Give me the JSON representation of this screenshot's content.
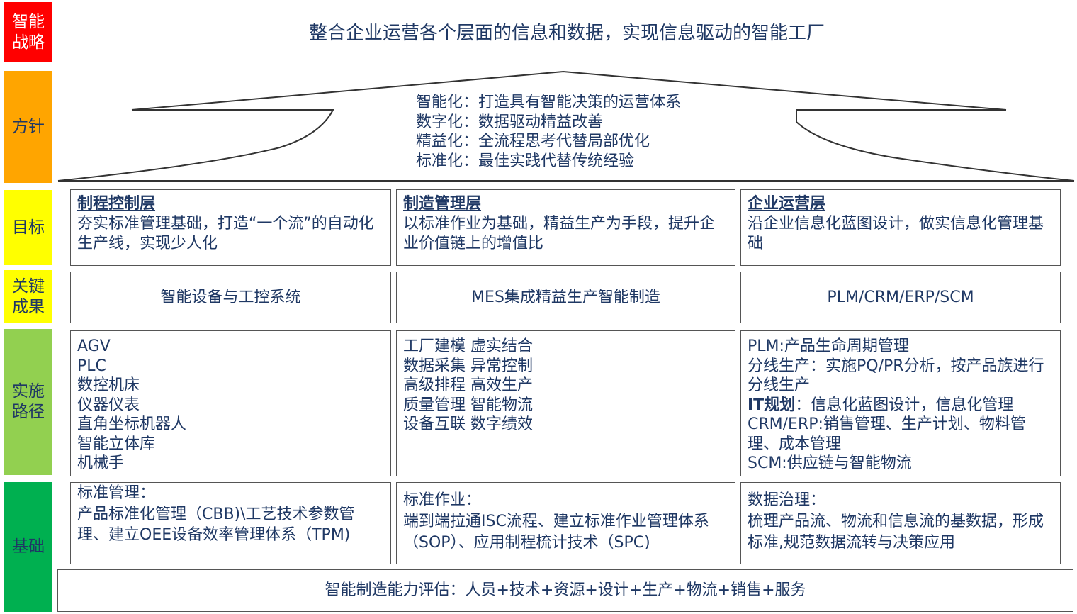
{
  "labels": {
    "strategy": "智能\n战略",
    "policy": "方针",
    "goal": "目标",
    "key_result": "关键\n成果",
    "path": "实施\n路径",
    "foundation": "基础"
  },
  "colors": {
    "strategy": "#ff0000",
    "policy": "#ffa500",
    "goal": "#ffff00",
    "key_result": "#ffff00",
    "path": "#92d050",
    "foundation": "#00b050",
    "text": "#1f3864"
  },
  "strategy_text": "整合企业运营各个层面的信息和数据，实现信息驱动的智能工厂",
  "principles": [
    "智能化：打造具有智能决策的运营体系",
    "数字化：数据驱动精益改善",
    "精益化：全流程思考代替局部优化",
    "标准化：最佳实践代替传统经验"
  ],
  "columns": [
    {
      "goal_title": "制程控制层",
      "goal_text": "夯实标准管理基础，打造“一个流”的自动化生产线，实现少人化",
      "key_result": "智能设备与工控系统",
      "path_items": [
        "AGV",
        "PLC",
        "数控机床",
        "仪器仪表",
        "直角坐标机器人",
        "智能立体库",
        "机械手"
      ],
      "foundation_title": "标准管理：",
      "foundation_text": "产品标准化管理（CBB)\\工艺技术参数管理、建立OEE设备效率管理体系（TPM)"
    },
    {
      "goal_title": "制造管理层",
      "goal_text": "以标准作业为基础，精益生产为手段，提升企业价值链上的增值比",
      "key_result": "MES集成精益生产智能制造",
      "path_items": [
        "工厂建模 虚实结合",
        "数据采集 异常控制",
        "高级排程 高效生产",
        "质量管理 智能物流",
        "设备互联 数字绩效"
      ],
      "foundation_title": "标准作业：",
      "foundation_text": "端到端拉通ISC流程、建立标准作业管理体系（SOP）、应用制程梳计技术（SPC)"
    },
    {
      "goal_title": "企业运营层",
      "goal_text": "沿企业信息化蓝图设计，做实信息化管理基础",
      "key_result": "PLM/CRM/ERP/SCM",
      "path_items": [
        {
          "bold": "",
          "text": "PLM:产品生命周期管理"
        },
        {
          "bold": "",
          "text": "分线生产：实施PQ/PR分析，按产品族进行分线生产"
        },
        {
          "bold": "IT规划",
          "text": "：信息化蓝图设计，信息化管理"
        },
        {
          "bold": "",
          "text": "CRM/ERP:销售管理、生产计划、物料管理、成本管理"
        },
        {
          "bold": "",
          "text": "SCM:供应链与智能物流"
        }
      ],
      "foundation_title": "数据治理：",
      "foundation_text": "梳理产品流、物流和信息流的基数据，形成标准,规范数据流转与决策应用"
    }
  ],
  "assessment": "智能制造能力评估：人员+技术+资源+设计+生产+物流+销售+服务"
}
